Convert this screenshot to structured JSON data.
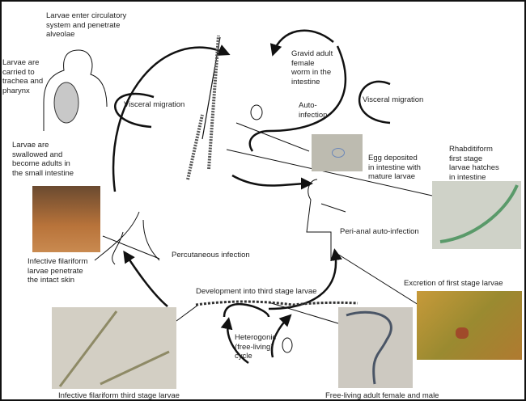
{
  "labels": {
    "alveolae": "Larvae enter circulatory\nsystem and penetrate\nalveolae",
    "trachea": "Larvae are\ncarried to\ntrachea and\npharynx",
    "visceral_left": "Visceral migration",
    "swallowed": "Larvae are\nswallowed and\nbecome adults in\nthe small intestine",
    "penetrate": "Infective filariform\nlarvae penetrate\nthe intact skin",
    "percutaneous": "Percutaneous infection",
    "gravid": "Gravid adult\nfemale\nworm in the\nintestine",
    "auto": "Auto-\ninfection",
    "visceral_right": "Visceral migration",
    "egg": "Egg deposited\nin intestine with\nmature larvae",
    "rhabditiform": "Rhabditiform\nfirst stage\nlarvae hatches\nin intestine",
    "perianal": "Peri-anal auto-infection",
    "excretion": "Excretion of first stage larvae",
    "development": "Development into third stage larvae",
    "heterogonic": "Heterogonic\n(free-living)\ncycle",
    "filariform_photo": "Infective filariform third stage larvae",
    "freeliving_photo": "Free-living adult female and male"
  },
  "colors": {
    "soil_photo": "#b8733a",
    "micro_photo": "#cfcbc0",
    "green_larva": "#5a9a6a",
    "grass_photo": "#b08a30",
    "egg_photo": "#bdbbb0",
    "freeliving_photo": "#c8c4bc"
  }
}
